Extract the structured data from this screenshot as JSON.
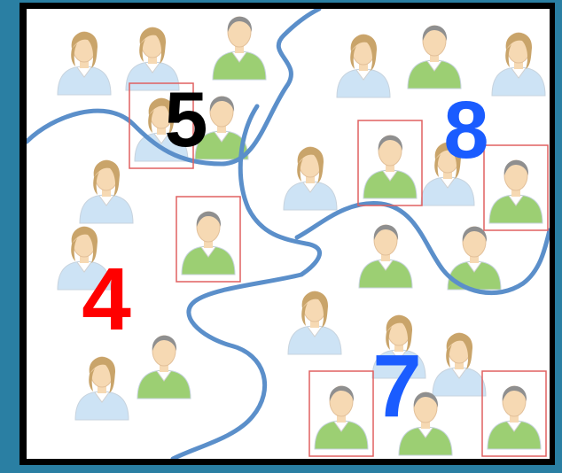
{
  "regions": [
    {
      "id": "5",
      "label": "5",
      "color": "#000000"
    },
    {
      "id": "8",
      "label": "8",
      "color": "#1a5cff"
    },
    {
      "id": "4",
      "label": "4",
      "color": "#ff0000"
    },
    {
      "id": "7",
      "label": "7",
      "color": "#1a5cff"
    }
  ],
  "colors": {
    "outer_background": "#2a7fa3",
    "frame": "#000000",
    "field": "#ffffff",
    "boundary_line": "#5b8fca",
    "highlight_box": "#e06060",
    "female_shirt": "#cde3f5",
    "male_shirt": "#9ccf73",
    "female_hair": "#c9a46a",
    "male_hair": "#8f8f8f",
    "skin": "#f6d9b3"
  },
  "people": [
    {
      "type": "female",
      "highlighted": false
    },
    {
      "type": "female",
      "highlighted": false
    },
    {
      "type": "male",
      "highlighted": false
    },
    {
      "type": "female",
      "highlighted": false
    },
    {
      "type": "male",
      "highlighted": false
    },
    {
      "type": "female",
      "highlighted": false
    },
    {
      "type": "female",
      "highlighted": true
    },
    {
      "type": "male",
      "highlighted": false
    },
    {
      "type": "female",
      "highlighted": false
    },
    {
      "type": "female",
      "highlighted": false
    },
    {
      "type": "male",
      "highlighted": true
    },
    {
      "type": "female",
      "highlighted": false
    },
    {
      "type": "male",
      "highlighted": true
    },
    {
      "type": "male",
      "highlighted": true
    },
    {
      "type": "female",
      "highlighted": false
    },
    {
      "type": "male",
      "highlighted": false
    },
    {
      "type": "male",
      "highlighted": false
    },
    {
      "type": "female",
      "highlighted": false
    },
    {
      "type": "male",
      "highlighted": false
    },
    {
      "type": "female",
      "highlighted": false
    },
    {
      "type": "female",
      "highlighted": false
    },
    {
      "type": "female",
      "highlighted": false
    },
    {
      "type": "male",
      "highlighted": true
    },
    {
      "type": "male",
      "highlighted": false
    },
    {
      "type": "male",
      "highlighted": true
    }
  ]
}
